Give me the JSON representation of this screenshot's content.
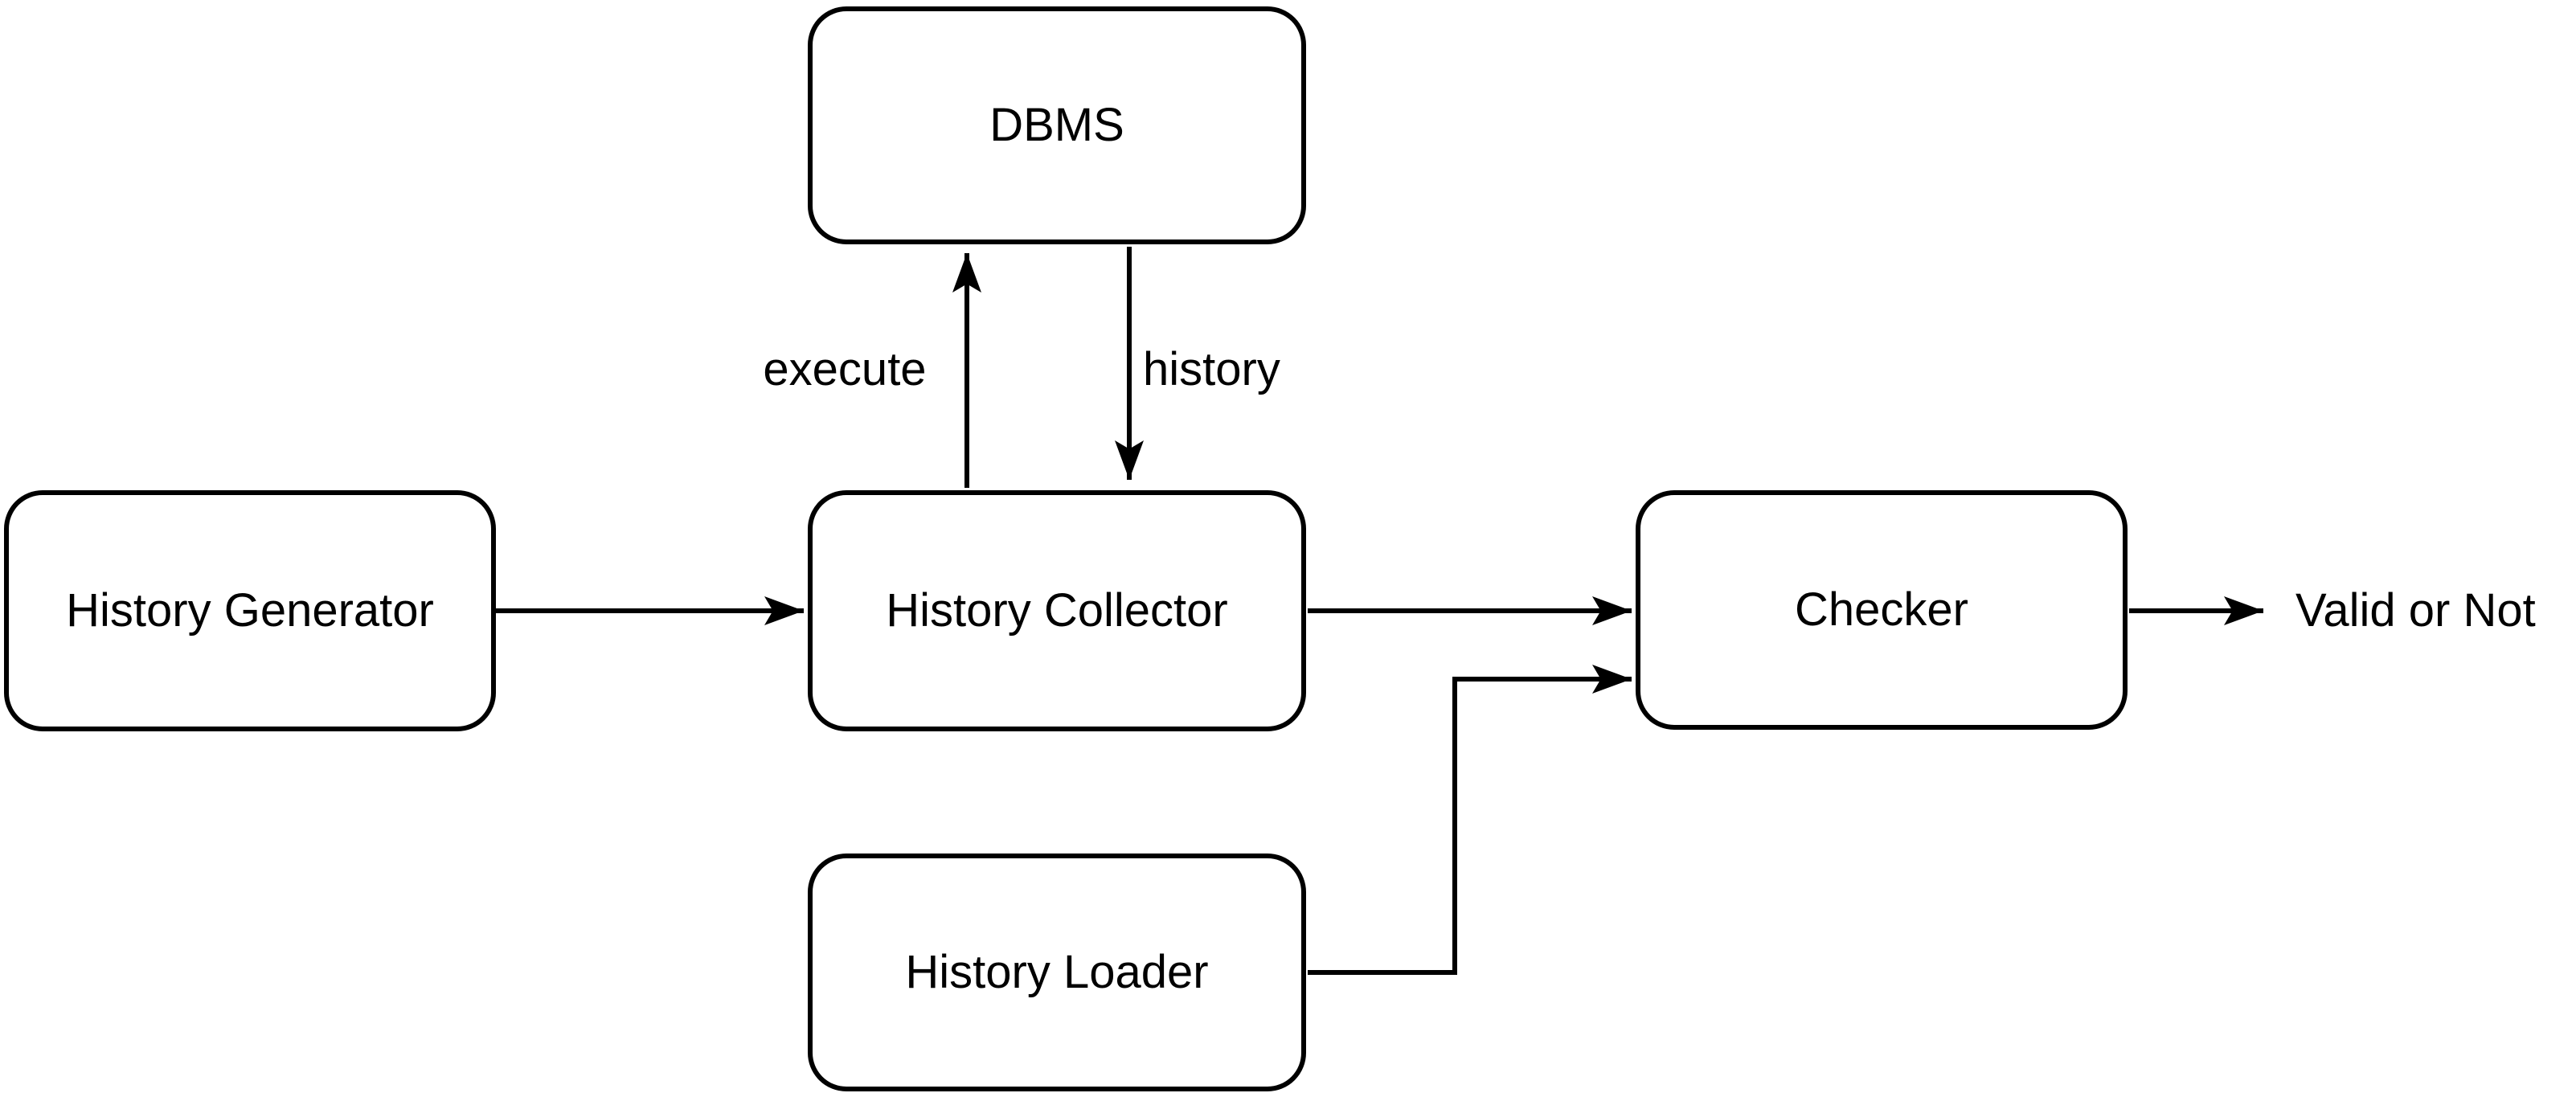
{
  "diagram": {
    "type": "flowchart",
    "background_color": "#ffffff",
    "stroke_color": "#000000",
    "node_fill_color": "#ffffff",
    "text_color": "#000000",
    "nodes": [
      {
        "id": "dbms",
        "label": "DBMS"
      },
      {
        "id": "history-generator",
        "label": "History Generator"
      },
      {
        "id": "history-collector",
        "label": "History Collector"
      },
      {
        "id": "checker",
        "label": "Checker"
      },
      {
        "id": "history-loader",
        "label": "History Loader"
      }
    ],
    "edges": [
      {
        "from": "History Generator",
        "to": "History Collector",
        "label": "",
        "style": "straight-arrow"
      },
      {
        "from": "History Collector",
        "to": "DBMS",
        "label": "execute",
        "style": "straight-arrow-up"
      },
      {
        "from": "DBMS",
        "to": "History Collector",
        "label": "history",
        "style": "straight-arrow-down"
      },
      {
        "from": "History Collector",
        "to": "Checker",
        "label": "",
        "style": "straight-arrow"
      },
      {
        "from": "History Loader",
        "to": "Checker",
        "label": "",
        "style": "elbow-arrow"
      },
      {
        "from": "Checker",
        "to": "Valid or Not",
        "label": "",
        "style": "straight-arrow"
      }
    ],
    "output_label": "Valid or Not"
  }
}
